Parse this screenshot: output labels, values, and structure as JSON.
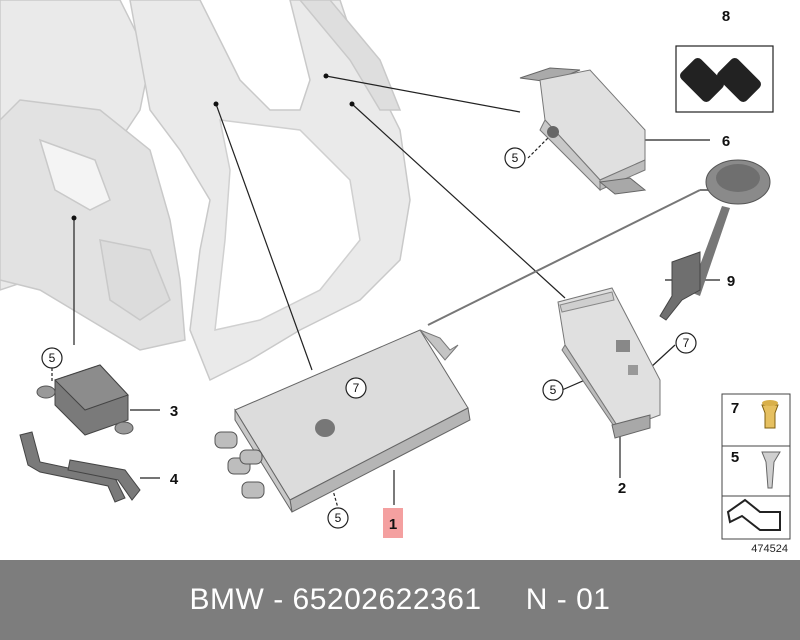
{
  "callouts": {
    "p1": "1",
    "p2": "2",
    "p3": "3",
    "p4": "4",
    "p6": "6",
    "p8": "8",
    "p9": "9",
    "c5": "5",
    "c7": "7"
  },
  "legend": {
    "l7": "7",
    "l5": "5"
  },
  "reference_number": "474524",
  "footer": {
    "brand": "BMW",
    "sep": " - ",
    "part_number": "65202622361",
    "gap": "     ",
    "code": "N - 01"
  },
  "colors": {
    "highlight": "#f4a0a0",
    "footer_bg": "#7d7d7d",
    "body_panel": "#e6e6e6"
  }
}
